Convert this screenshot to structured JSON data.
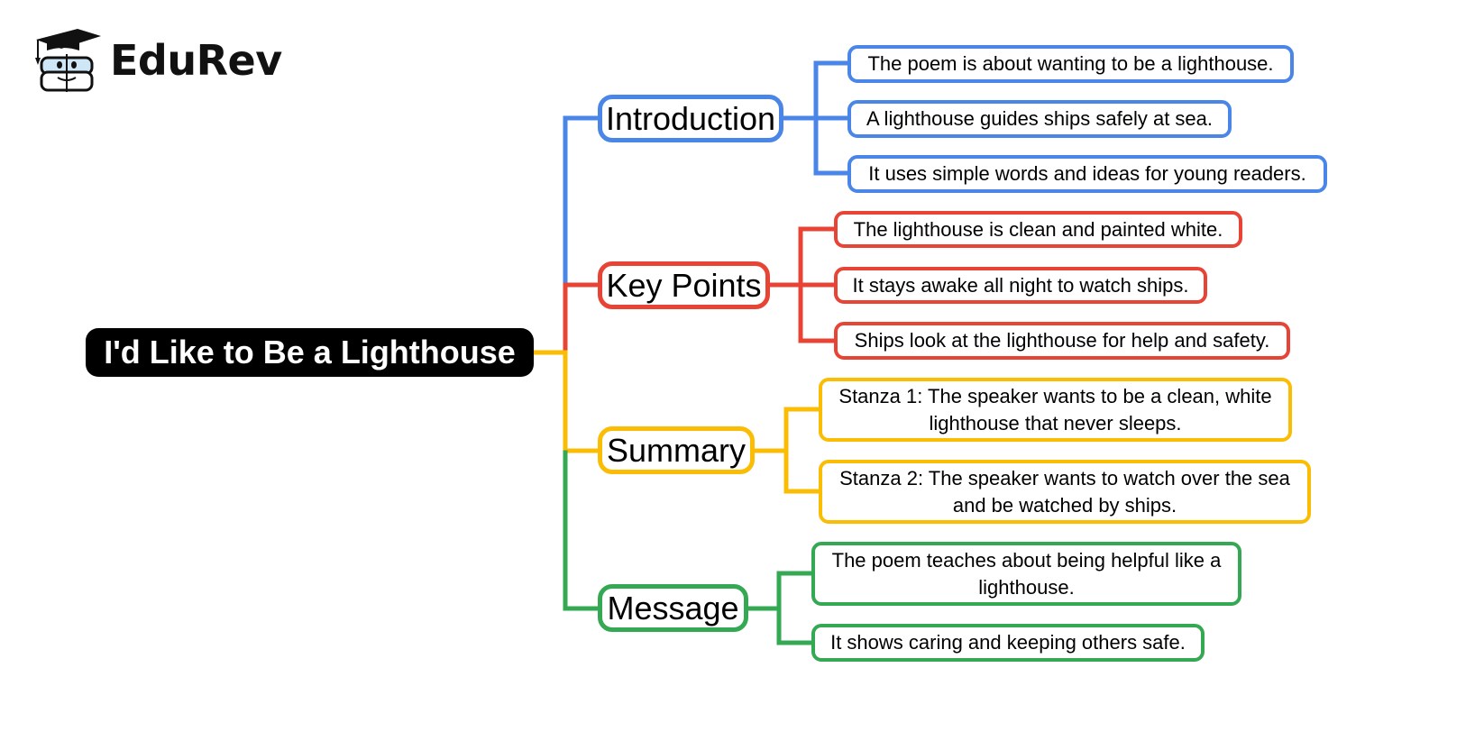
{
  "logo": {
    "brand": "EduRev",
    "icon": "graduation-cap-book-mascot-icon"
  },
  "root": {
    "title": "I'd Like to Be a Lighthouse"
  },
  "colors": {
    "introduction": "#4a86e8",
    "key_points": "#e84436",
    "summary": "#fbbc04",
    "message": "#34a853",
    "root_bg": "#000000"
  },
  "branches": [
    {
      "label": "Introduction",
      "color": "blue",
      "items": [
        "The poem is about wanting to be a lighthouse.",
        "A lighthouse guides ships safely at sea.",
        "It uses simple words and ideas for young readers."
      ]
    },
    {
      "label": "Key Points",
      "color": "red",
      "items": [
        "The lighthouse is clean and painted white.",
        "It stays awake all night to watch ships.",
        "Ships look at the lighthouse for help and safety."
      ]
    },
    {
      "label": "Summary",
      "color": "yellow",
      "items": [
        "Stanza 1: The speaker wants to be a clean, white lighthouse that never sleeps.",
        "Stanza 2: The speaker wants to watch over the sea and be watched by ships."
      ]
    },
    {
      "label": "Message",
      "color": "green",
      "items": [
        "The poem teaches about being helpful like a lighthouse.",
        "It shows caring and keeping others safe."
      ]
    }
  ]
}
